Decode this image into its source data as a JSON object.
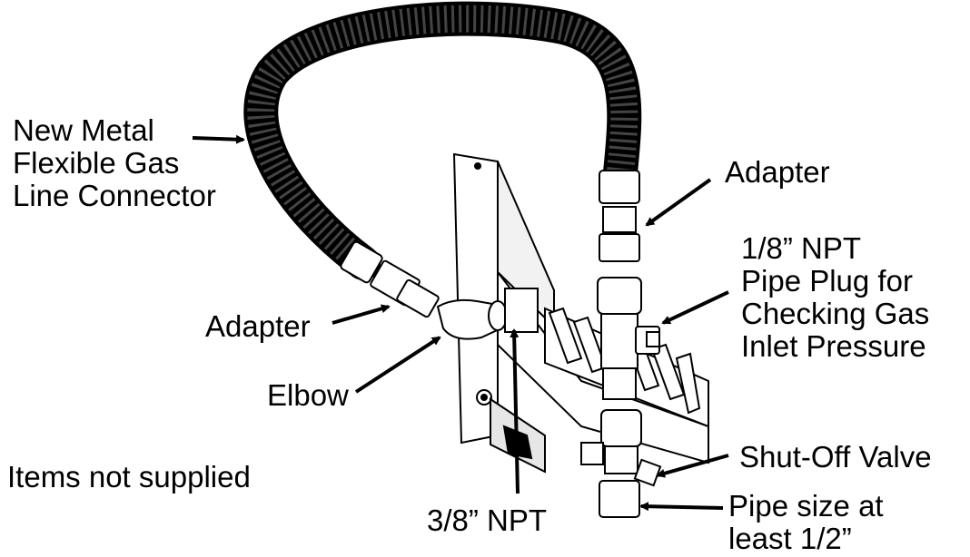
{
  "labels": {
    "connector": [
      "New Metal",
      "Flexible Gas",
      "Line Connector"
    ],
    "adapter_right": "Adapter",
    "plug": [
      "1/8” NPT",
      "Pipe Plug for",
      "Checking Gas",
      "Inlet Pressure"
    ],
    "adapter_left": "Adapter",
    "elbow": "Elbow",
    "not_supplied": "Items not supplied",
    "shutoff": "Shut-Off Valve",
    "npt38": "3/8” NPT",
    "pipe_size": [
      "Pipe size at",
      "least 1/2”"
    ]
  },
  "colors": {
    "line": "#000000",
    "hose_fill": "#2a2a2a",
    "part_fill": "#ffffff",
    "shade": "#d9d9d9"
  }
}
